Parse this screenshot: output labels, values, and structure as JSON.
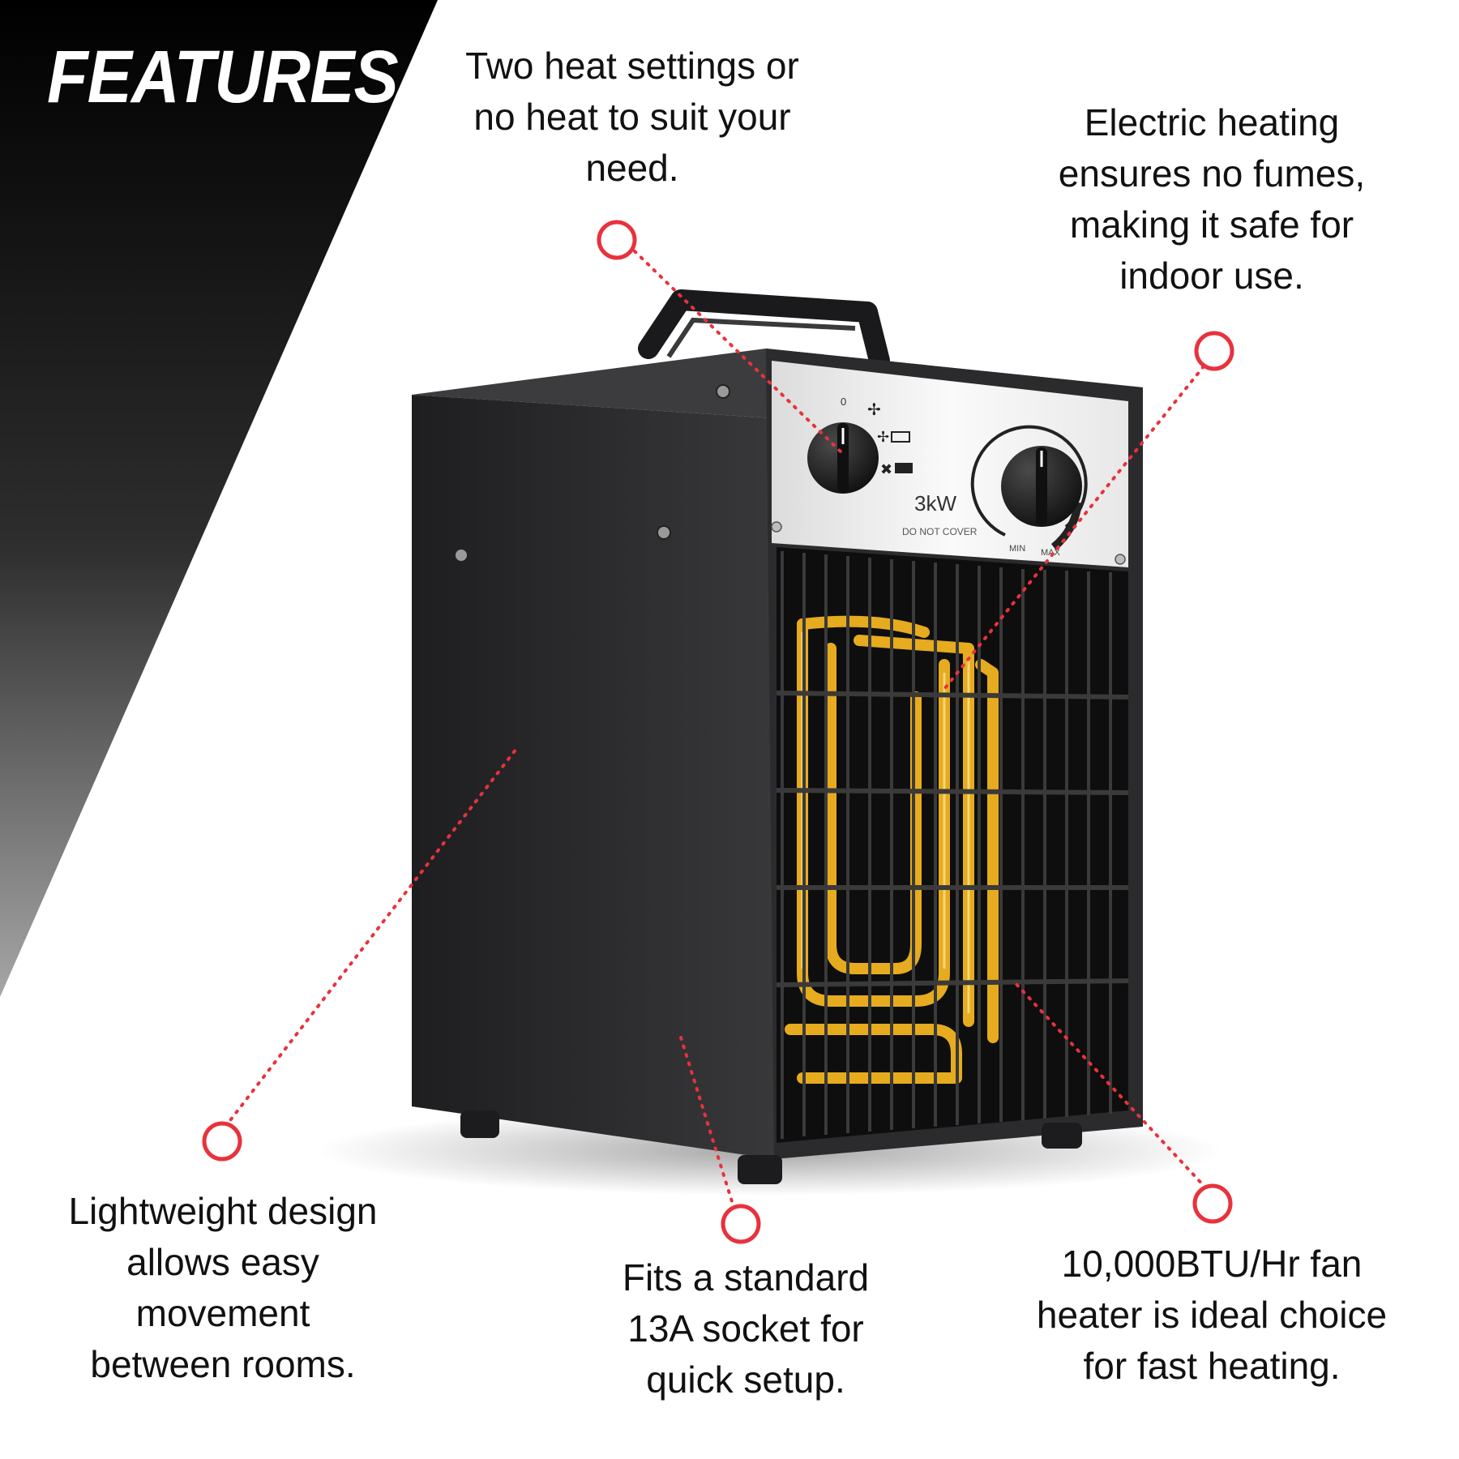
{
  "heading": "FEATURES",
  "colors": {
    "accent": "#e8323c",
    "heater_body": "#2b2b2d",
    "element_glow": "#f2b41f",
    "banner_dark": "#000000"
  },
  "product": {
    "power_label": "3kW",
    "warning_label": "DO NOT COVER",
    "dial_min": "MIN",
    "dial_max": "MAX",
    "switch_off": "0"
  },
  "features": [
    {
      "lines": [
        "Two heat settings or",
        "no heat to suit your",
        "need."
      ]
    },
    {
      "lines": [
        "Electric heating",
        "ensures no fumes,",
        "making it safe for",
        "indoor use."
      ]
    },
    {
      "lines": [
        "Lightweight design",
        "allows easy",
        "movement",
        "between rooms."
      ]
    },
    {
      "lines": [
        "Fits a standard",
        "13A socket for",
        "quick setup."
      ]
    },
    {
      "lines": [
        "10,000BTU/Hr fan",
        "heater is ideal choice",
        "for fast heating."
      ]
    }
  ]
}
